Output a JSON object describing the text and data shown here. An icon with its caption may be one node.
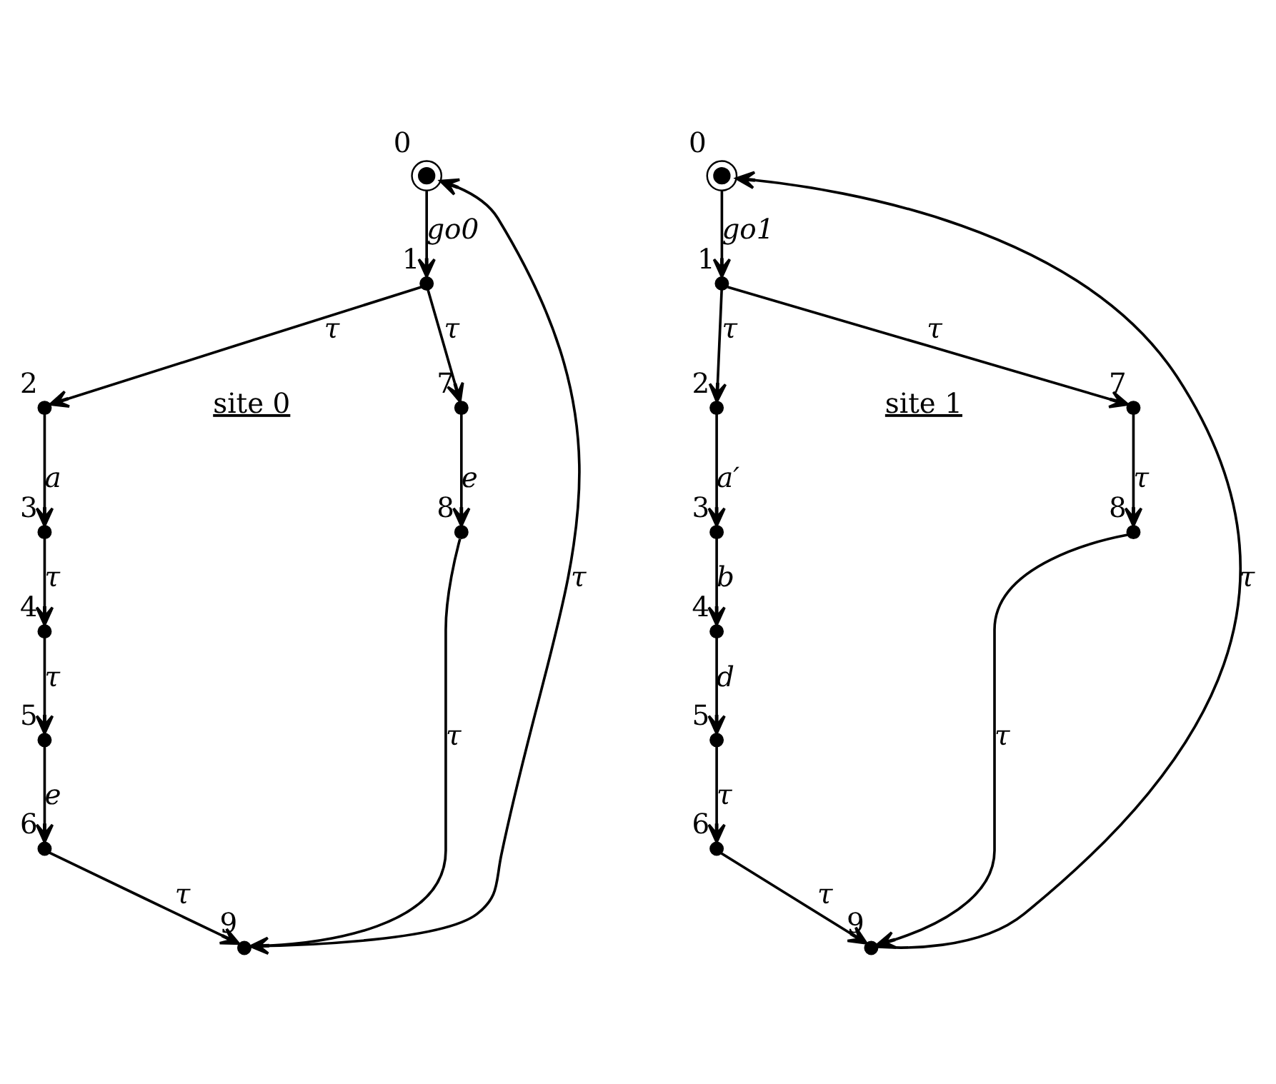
{
  "diagram": {
    "nodes": [
      {
        "text": [],
        "shape": "circle",
        "beside": [
          "0"
        ]
      },
      {
        "text": [],
        "shape": "dot",
        "beside": [
          "1"
        ]
      },
      {
        "text": [],
        "shape": "dot",
        "beside": [
          "2"
        ]
      },
      {
        "text": [],
        "shape": "dot",
        "beside": [
          "3"
        ]
      },
      {
        "text": [],
        "shape": "dot",
        "beside": [
          "4"
        ]
      },
      {
        "text": [],
        "shape": "dot",
        "beside": [
          "5"
        ]
      },
      {
        "text": [],
        "shape": "dot",
        "beside": [
          "6"
        ]
      },
      {
        "text": [],
        "shape": "dot",
        "beside": [
          "7"
        ]
      },
      {
        "text": [],
        "shape": "dot",
        "beside": [
          "8"
        ]
      },
      {
        "text": [],
        "shape": "dot",
        "beside": [
          "9"
        ]
      },
      {
        "text": [],
        "shape": "circle",
        "beside": [
          "0"
        ]
      },
      {
        "text": [],
        "shape": "dot",
        "beside": [
          "1"
        ]
      },
      {
        "text": [],
        "shape": "dot",
        "beside": [
          "2"
        ]
      },
      {
        "text": [],
        "shape": "dot",
        "beside": [
          "3"
        ]
      },
      {
        "text": [],
        "shape": "dot",
        "beside": [
          "4"
        ]
      },
      {
        "text": [],
        "shape": "dot",
        "beside": [
          "5"
        ]
      },
      {
        "text": [],
        "shape": "dot",
        "beside": [
          "6"
        ]
      },
      {
        "text": [],
        "shape": "dot",
        "beside": [
          "7"
        ]
      },
      {
        "text": [],
        "shape": "dot",
        "beside": [
          "8"
        ]
      },
      {
        "text": [],
        "shape": "dot",
        "beside": [
          "9"
        ]
      }
    ],
    "edges": [
      {
        "from": 0,
        "to": 1,
        "arrow": "to",
        "label": "go0"
      },
      {
        "from": 1,
        "to": 2,
        "arrow": "to",
        "label": "τ"
      },
      {
        "from": 1,
        "to": 7,
        "arrow": "to",
        "label": "τ"
      },
      {
        "from": 2,
        "to": 3,
        "arrow": "to",
        "label": "a"
      },
      {
        "from": 3,
        "to": 4,
        "arrow": "to",
        "label": "τ"
      },
      {
        "from": 4,
        "to": 5,
        "arrow": "to",
        "label": "τ"
      },
      {
        "from": 5,
        "to": 6,
        "arrow": "to",
        "label": "e"
      },
      {
        "from": 6,
        "to": 9,
        "arrow": "to",
        "label": "τ"
      },
      {
        "from": 7,
        "to": 8,
        "arrow": "to",
        "label": "e"
      },
      {
        "from": 8,
        "to": 9,
        "arrow": "to",
        "label": "τ"
      },
      {
        "from": 9,
        "to": 0,
        "arrow": "to",
        "label": "τ"
      },
      {
        "from": 10,
        "to": 11,
        "arrow": "to",
        "label": "go1"
      },
      {
        "from": 11,
        "to": 12,
        "arrow": "to",
        "label": "τ"
      },
      {
        "from": 11,
        "to": 17,
        "arrow": "to",
        "label": "τ"
      },
      {
        "from": 12,
        "to": 13,
        "arrow": "to",
        "label": "a′"
      },
      {
        "from": 13,
        "to": 14,
        "arrow": "to",
        "label": "b"
      },
      {
        "from": 14,
        "to": 15,
        "arrow": "to",
        "label": "d"
      },
      {
        "from": 15,
        "to": 16,
        "arrow": "to",
        "label": "τ"
      },
      {
        "from": 16,
        "to": 19,
        "arrow": "to",
        "label": "τ"
      },
      {
        "from": 17,
        "to": 18,
        "arrow": "to",
        "label": "τ"
      },
      {
        "from": 18,
        "to": 19,
        "arrow": "to",
        "label": "τ"
      },
      {
        "from": 19,
        "to": 10,
        "arrow": "to",
        "label": "τ"
      }
    ],
    "labels": [
      "site 0",
      "site 1"
    ]
  }
}
